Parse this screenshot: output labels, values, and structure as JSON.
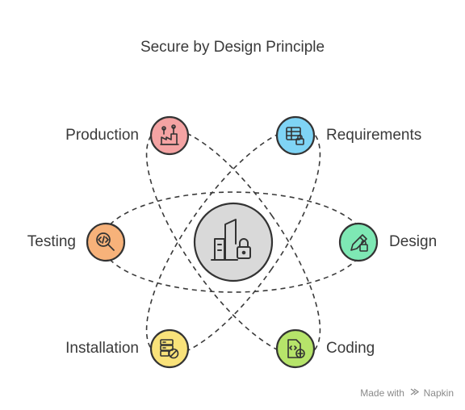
{
  "title": "Secure by Design Principle",
  "center": {
    "icon": "secure-building-lock-icon",
    "fill": "#d9d9d9"
  },
  "nodes": [
    {
      "id": "production",
      "label": "Production",
      "icon": "factory-icon",
      "color": "#f4a3a3"
    },
    {
      "id": "requirements",
      "label": "Requirements",
      "icon": "spreadsheet-lock-icon",
      "color": "#7fd4f5"
    },
    {
      "id": "testing",
      "label": "Testing",
      "icon": "code-magnifier-icon",
      "color": "#f7b27a"
    },
    {
      "id": "design",
      "label": "Design",
      "icon": "pencil-lock-icon",
      "color": "#7ee8b4"
    },
    {
      "id": "installation",
      "label": "Installation",
      "icon": "server-block-icon",
      "color": "#f9e27a"
    },
    {
      "id": "coding",
      "label": "Coding",
      "icon": "code-file-plus-icon",
      "color": "#b6e46a"
    }
  ],
  "watermark": {
    "prefix": "Made with",
    "brand": "Napkin"
  }
}
